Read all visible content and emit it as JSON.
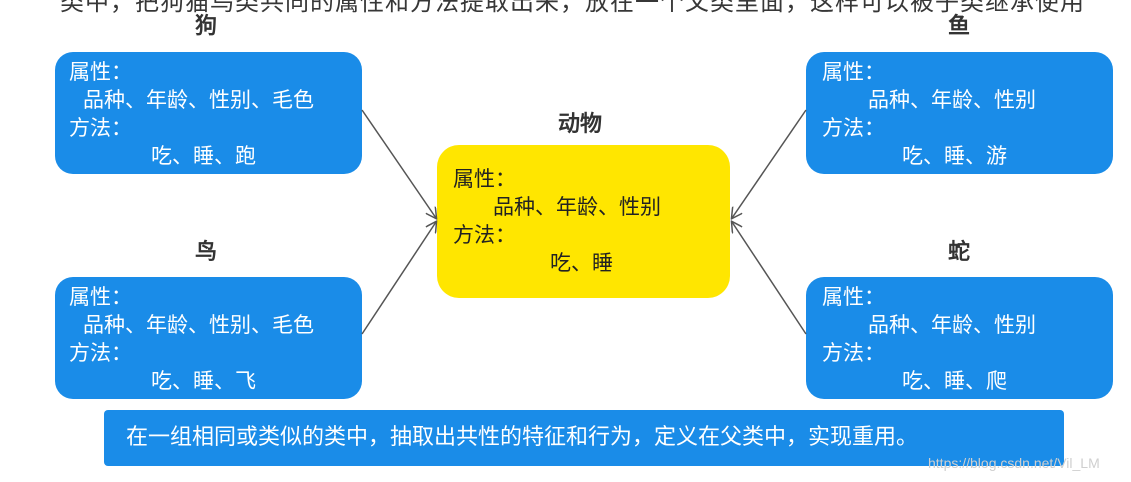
{
  "top_cut_text": "类中，把狗猫鸟类共同的属性和方法提取出来，放在一个父类里面，这样可以被子类继承使用",
  "nodes": {
    "dog": {
      "title": "狗",
      "attr_label": "属性：",
      "attrs": "品种、年龄、性别、毛色",
      "method_label": "方法：",
      "methods": "吃、睡、跑"
    },
    "bird": {
      "title": "鸟",
      "attr_label": "属性：",
      "attrs": "品种、年龄、性别、毛色",
      "method_label": "方法：",
      "methods": "吃、睡、飞"
    },
    "fish": {
      "title": "鱼",
      "attr_label": "属性：",
      "attrs": "品种、年龄、性别",
      "method_label": "方法：",
      "methods": "吃、睡、游"
    },
    "snake": {
      "title": "蛇",
      "attr_label": "属性：",
      "attrs": "品种、年龄、性别",
      "method_label": "方法：",
      "methods": "吃、睡、爬"
    },
    "animal": {
      "title": "动物",
      "attr_label": "属性：",
      "attrs": "品种、年龄、性别",
      "method_label": "方法：",
      "methods": "吃、睡"
    }
  },
  "banner_text": "在一组相同或类似的类中，抽取出共性的特征和行为，定义在父类中，实现重用。",
  "watermark": "https://blog.csdn.net/Vil_LM",
  "colors": {
    "blue_box": "#1a8ce8",
    "yellow_box": "#ffe600",
    "arrow": "#555555"
  }
}
